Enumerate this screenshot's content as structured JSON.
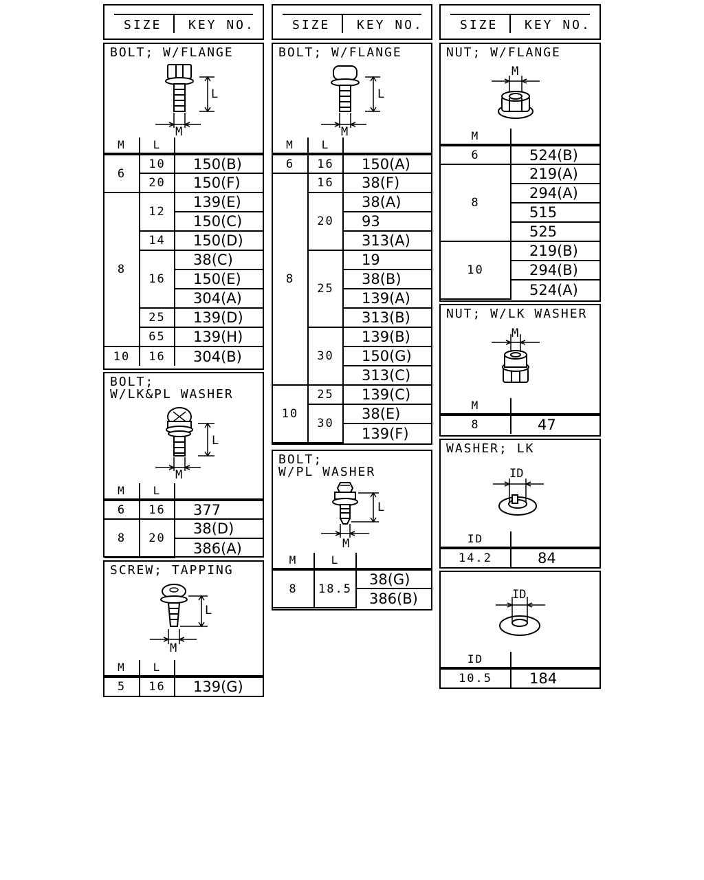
{
  "headers": [
    {
      "size": "SIZE",
      "key_no": "KEY NO."
    },
    {
      "size": "SIZE",
      "key_no": "KEY NO."
    },
    {
      "size": "SIZE",
      "key_no": "KEY NO."
    }
  ],
  "figure_labels": {
    "m": "M",
    "l": "L",
    "id": "ID"
  },
  "col1": {
    "bolt_flange": {
      "title": "BOLT; W/FLANGE",
      "headers": [
        "M",
        "L",
        ""
      ],
      "rows": [
        {
          "m": "6",
          "l": "10",
          "key": "150(B)"
        },
        {
          "m": "",
          "l": "20",
          "key": "150(F)"
        },
        {
          "m": "8",
          "l": "12",
          "key": "139(E)"
        },
        {
          "m": "",
          "l": "",
          "key": "150(C)"
        },
        {
          "m": "",
          "l": "14",
          "key": "150(D)"
        },
        {
          "m": "",
          "l": "16",
          "key": "38(C)"
        },
        {
          "m": "",
          "l": "",
          "key": "150(E)"
        },
        {
          "m": "",
          "l": "",
          "key": "304(A)"
        },
        {
          "m": "",
          "l": "25",
          "key": "139(D)"
        },
        {
          "m": "",
          "l": "65",
          "key": "139(H)"
        },
        {
          "m": "10",
          "l": "16",
          "key": "304(B)"
        }
      ]
    },
    "bolt_lk_pl": {
      "title": "BOLT;\nW/LK&PL WASHER",
      "headers": [
        "M",
        "L",
        ""
      ],
      "rows": [
        {
          "m": "6",
          "l": "16",
          "key": "377"
        },
        {
          "m": "8",
          "l": "20",
          "key": "38(D)"
        },
        {
          "m": "",
          "l": "",
          "key": "386(A)"
        }
      ]
    },
    "screw_tapping": {
      "title": "SCREW; TAPPING",
      "headers": [
        "M",
        "L",
        ""
      ],
      "rows": [
        {
          "m": "5",
          "l": "16",
          "key": "139(G)"
        }
      ]
    }
  },
  "col2": {
    "bolt_flange": {
      "title": "BOLT; W/FLANGE",
      "headers": [
        "M",
        "L",
        ""
      ],
      "rows": [
        {
          "m": "6",
          "l": "16",
          "key": "150(A)"
        },
        {
          "m": "8",
          "l": "16",
          "key": "38(F)"
        },
        {
          "m": "",
          "l": "20",
          "key": "38(A)"
        },
        {
          "m": "",
          "l": "",
          "key": "93"
        },
        {
          "m": "",
          "l": "",
          "key": "313(A)"
        },
        {
          "m": "",
          "l": "25",
          "key": "19"
        },
        {
          "m": "",
          "l": "",
          "key": "38(B)"
        },
        {
          "m": "",
          "l": "",
          "key": "139(A)"
        },
        {
          "m": "",
          "l": "",
          "key": "313(B)"
        },
        {
          "m": "",
          "l": "30",
          "key": "139(B)"
        },
        {
          "m": "",
          "l": "",
          "key": "150(G)"
        },
        {
          "m": "",
          "l": "",
          "key": "313(C)"
        },
        {
          "m": "10",
          "l": "25",
          "key": "139(C)"
        },
        {
          "m": "",
          "l": "30",
          "key": "38(E)"
        },
        {
          "m": "",
          "l": "",
          "key": "139(F)"
        }
      ]
    },
    "bolt_pl": {
      "title": "BOLT;\nW/PL WASHER",
      "headers": [
        "M",
        "L",
        ""
      ],
      "rows": [
        {
          "m": "8",
          "l": "18.5",
          "key": "38(G)"
        },
        {
          "m": "",
          "l": "",
          "key": "386(B)"
        }
      ]
    }
  },
  "col3": {
    "nut_flange": {
      "title": "NUT; W/FLANGE",
      "headers": [
        "M",
        ""
      ],
      "rows": [
        {
          "m": "6",
          "key": "524(B)"
        },
        {
          "m": "8",
          "key": "219(A)"
        },
        {
          "m": "",
          "key": "294(A)"
        },
        {
          "m": "",
          "key": "515"
        },
        {
          "m": "",
          "key": "525"
        },
        {
          "m": "10",
          "key": "219(B)"
        },
        {
          "m": "",
          "key": "294(B)"
        },
        {
          "m": "",
          "key": "524(A)"
        }
      ]
    },
    "nut_lk": {
      "title": "NUT; W/LK WASHER",
      "headers": [
        "M",
        ""
      ],
      "rows": [
        {
          "m": "8",
          "key": "47"
        }
      ]
    },
    "washer_lk": {
      "title": "WASHER; LK",
      "headers": [
        "ID",
        ""
      ],
      "rows": [
        {
          "id": "14.2",
          "key": "84"
        }
      ]
    },
    "washer": {
      "headers": [
        "ID",
        ""
      ],
      "rows": [
        {
          "id": "10.5",
          "key": "184"
        }
      ]
    }
  }
}
